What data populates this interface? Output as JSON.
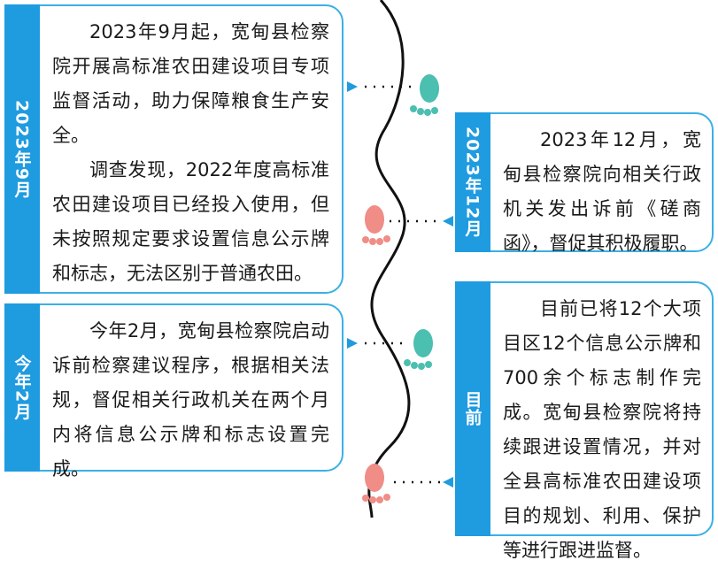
{
  "entries": [
    {
      "label": "2023年9月",
      "paragraphs": [
        "2023年9月起，宽甸县检察院开展高标准农田建设项目专项监督活动，助力保障粮食生产安全。",
        "调查发现，2022年度高标准农田建设项目已经投入使用，但未按照规定要求设置信息公示牌和标志，无法区别于普通农田。"
      ]
    },
    {
      "label": "2023年12月",
      "paragraphs": [
        "2023年12月，宽甸县检察院向相关行政机关发出诉前《磋商函》，督促其积极履职。"
      ]
    },
    {
      "label": "今年2月",
      "paragraphs": [
        "今年2月，宽甸县检察院启动诉前检察建议程序，根据相关法规，督促相关行政机关在两个月内将信息公示牌和标志设置完成。"
      ]
    },
    {
      "label": "目前",
      "paragraphs": [
        "目前已将12个大项目区12个信息公示牌和700余个标志制作完成。宽甸县检察院将持续跟进设置情况，并对全县高标准农田建设项目的规划、利用、保护等进行跟进监督。"
      ]
    }
  ],
  "colors": {
    "border": "#3bb0e6",
    "label_bg": "#1f9be0",
    "foot_teal": "#4bbfb0",
    "foot_pink": "#ef8d86",
    "line": "#111111"
  }
}
